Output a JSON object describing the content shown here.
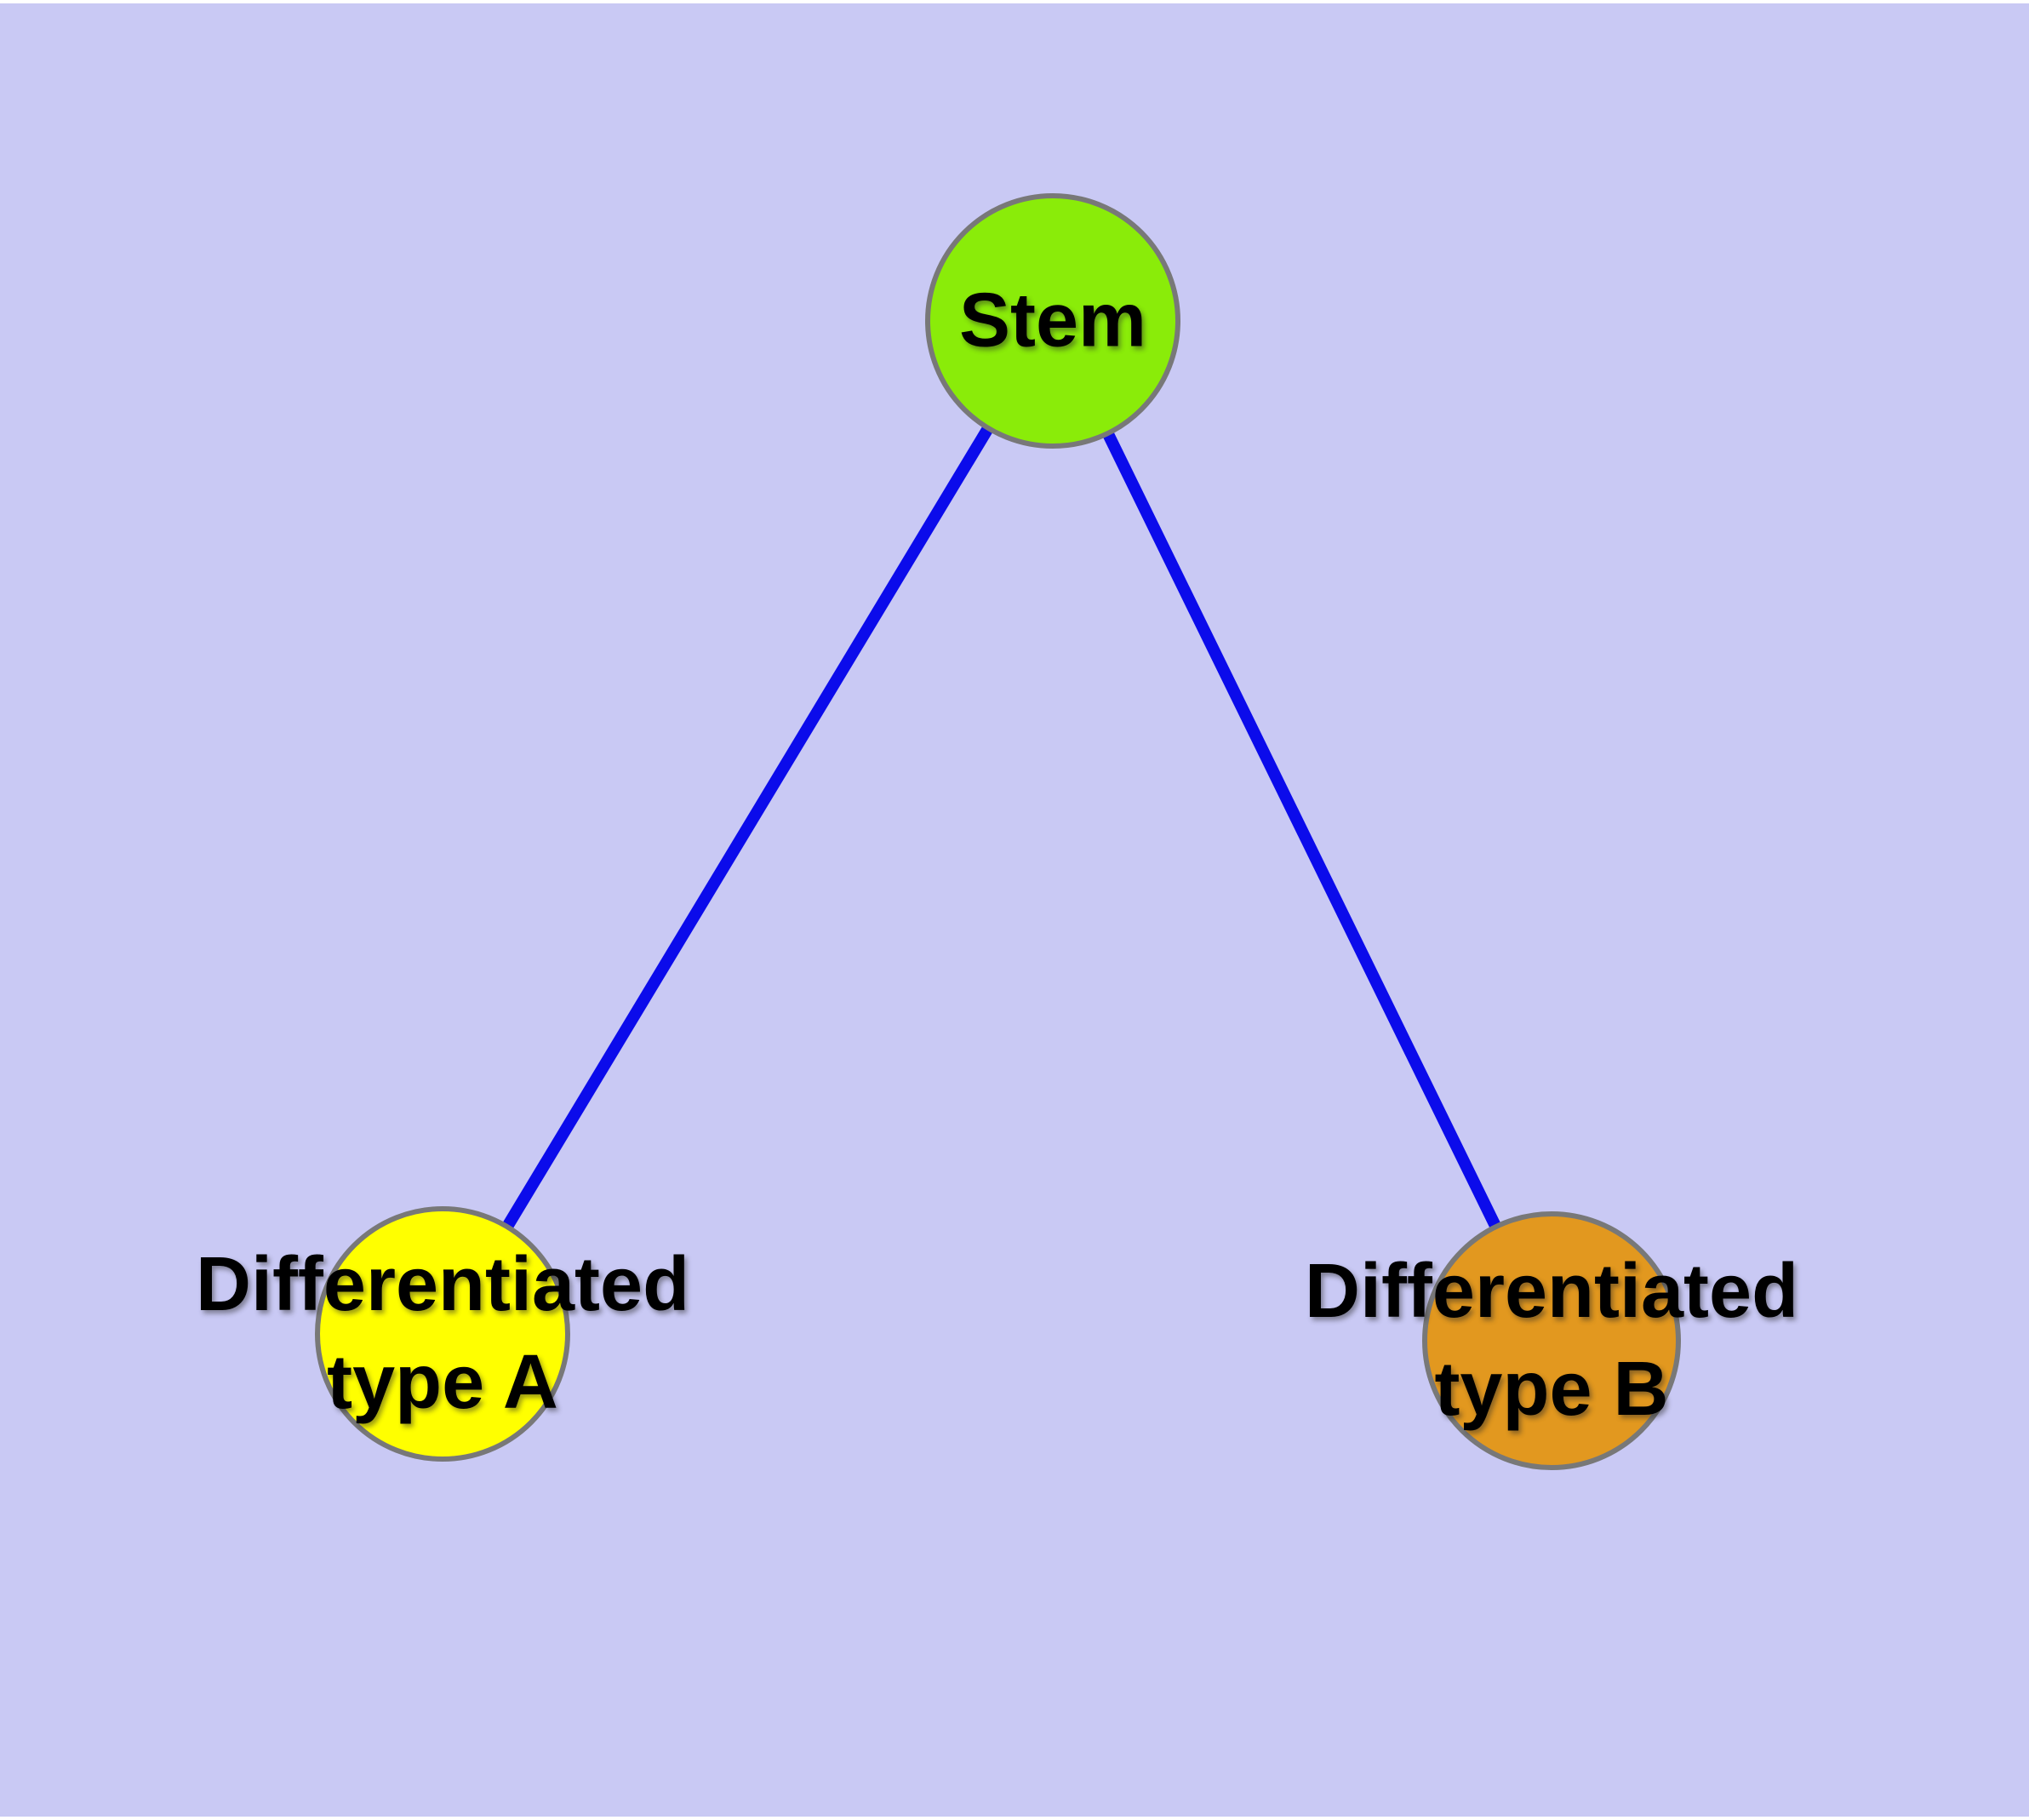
{
  "diagram": {
    "background_color": "#C9C9F4",
    "edge_color": "#0B0BEB",
    "node_border_color": "#787878",
    "nodes": [
      {
        "id": "stem",
        "label": "Stem",
        "fill_color": "#8AEC09"
      },
      {
        "id": "differentiated-type-a",
        "label": "Differentiated type A",
        "label_lines": [
          "Differentiated",
          "type A"
        ],
        "fill_color": "#FFFF00"
      },
      {
        "id": "differentiated-type-b",
        "label": "Differentiated type B",
        "label_lines": [
          "Differentiated",
          "type B"
        ],
        "fill_color": "#E2981F"
      }
    ],
    "edges": [
      {
        "from": "Stem",
        "to": "Differentiated type A"
      },
      {
        "from": "Stem",
        "to": "Differentiated type B"
      }
    ]
  }
}
